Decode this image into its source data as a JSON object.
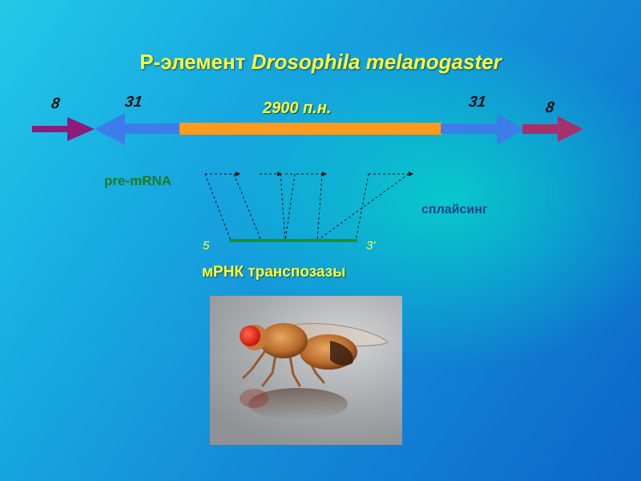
{
  "title": {
    "prefix": "Р-элемент ",
    "species": "Drosophila melanogaster"
  },
  "element": {
    "outer_left_label": "8",
    "ir_left_label": "31",
    "length_label": "2900 п.н.",
    "ir_right_label": "31",
    "outer_right_label": "8"
  },
  "labels": {
    "pre_mrna": "pre-mRNA",
    "splicing": "сплайсинг",
    "five_prime": "5",
    "three_prime": "3'",
    "mrna": "мРНК транспозазы"
  },
  "colors": {
    "title": "#ffff3c",
    "outer_arrow": "#8e1a7a",
    "inverted_repeat": "#3d7dea",
    "body": "#ff9a1c",
    "mrna_line": "#1f8f2a"
  },
  "photo": {
    "subject": "drosophila-fly-photo"
  }
}
